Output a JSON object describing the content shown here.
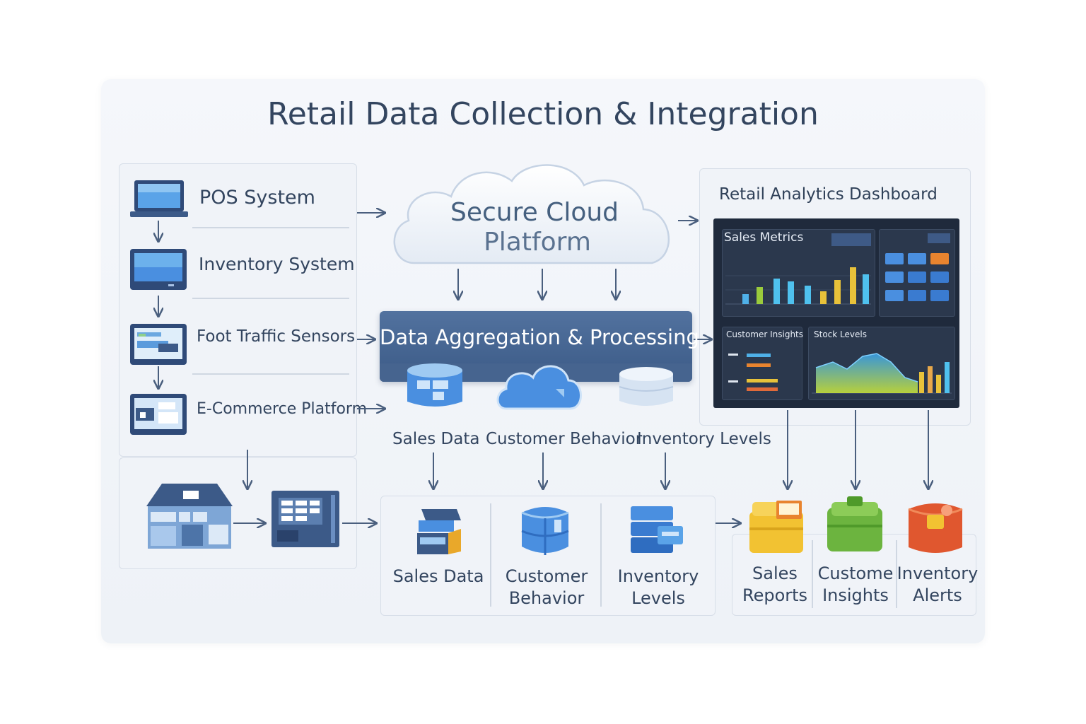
{
  "title": "Retail Data Collection & Integration",
  "sources": [
    {
      "label": "POS System",
      "icon": "laptop-icon"
    },
    {
      "label": "Inventory System",
      "icon": "monitor-icon"
    },
    {
      "label": "Foot Traffic Sensors",
      "icon": "sensor-display-icon"
    },
    {
      "label": "E-Commerce Platform",
      "icon": "web-monitor-icon"
    }
  ],
  "store_icons": [
    "store-building-icon",
    "server-rack-icon"
  ],
  "cloud": {
    "line1": "Secure Cloud",
    "line2": "Platform"
  },
  "aggregation": {
    "title": "Data Aggregation & Processing"
  },
  "data_streams": [
    {
      "label": "Sales Data",
      "icon": "database-icon"
    },
    {
      "label": "Customer Behavior",
      "icon": "cloud-icon"
    },
    {
      "label": "Inventory Levels",
      "icon": "storage-cylinder-icon"
    }
  ],
  "data_outputs": [
    {
      "line1": "Sales Data",
      "line2": "",
      "icon": "sales-data-icon"
    },
    {
      "line1": "Customer",
      "line2": "Behavior",
      "icon": "customer-cube-icon"
    },
    {
      "line1": "Inventory",
      "line2": "Levels",
      "icon": "inventory-server-icon"
    }
  ],
  "dashboard": {
    "title": "Retail Analytics Dashboard",
    "sales_metrics": "Sales Metrics",
    "customer_insights": "Customer Insights",
    "stock_levels": "Stock Levels"
  },
  "reports": [
    {
      "line1": "Sales",
      "line2": "Reports",
      "icon": "sales-reports-icon",
      "color": "#f2c232"
    },
    {
      "line1": "Custome",
      "line2": "Insights",
      "icon": "customer-insights-icon",
      "color": "#6cb43f"
    },
    {
      "line1": "Inventory",
      "line2": "Alerts",
      "icon": "inventory-alerts-icon",
      "color": "#e0572f"
    }
  ],
  "colors": {
    "navy": "#3b5a86",
    "arrow": "#4a5f7e",
    "accent_blue": "#4a8fe0",
    "text": "#33455f"
  }
}
